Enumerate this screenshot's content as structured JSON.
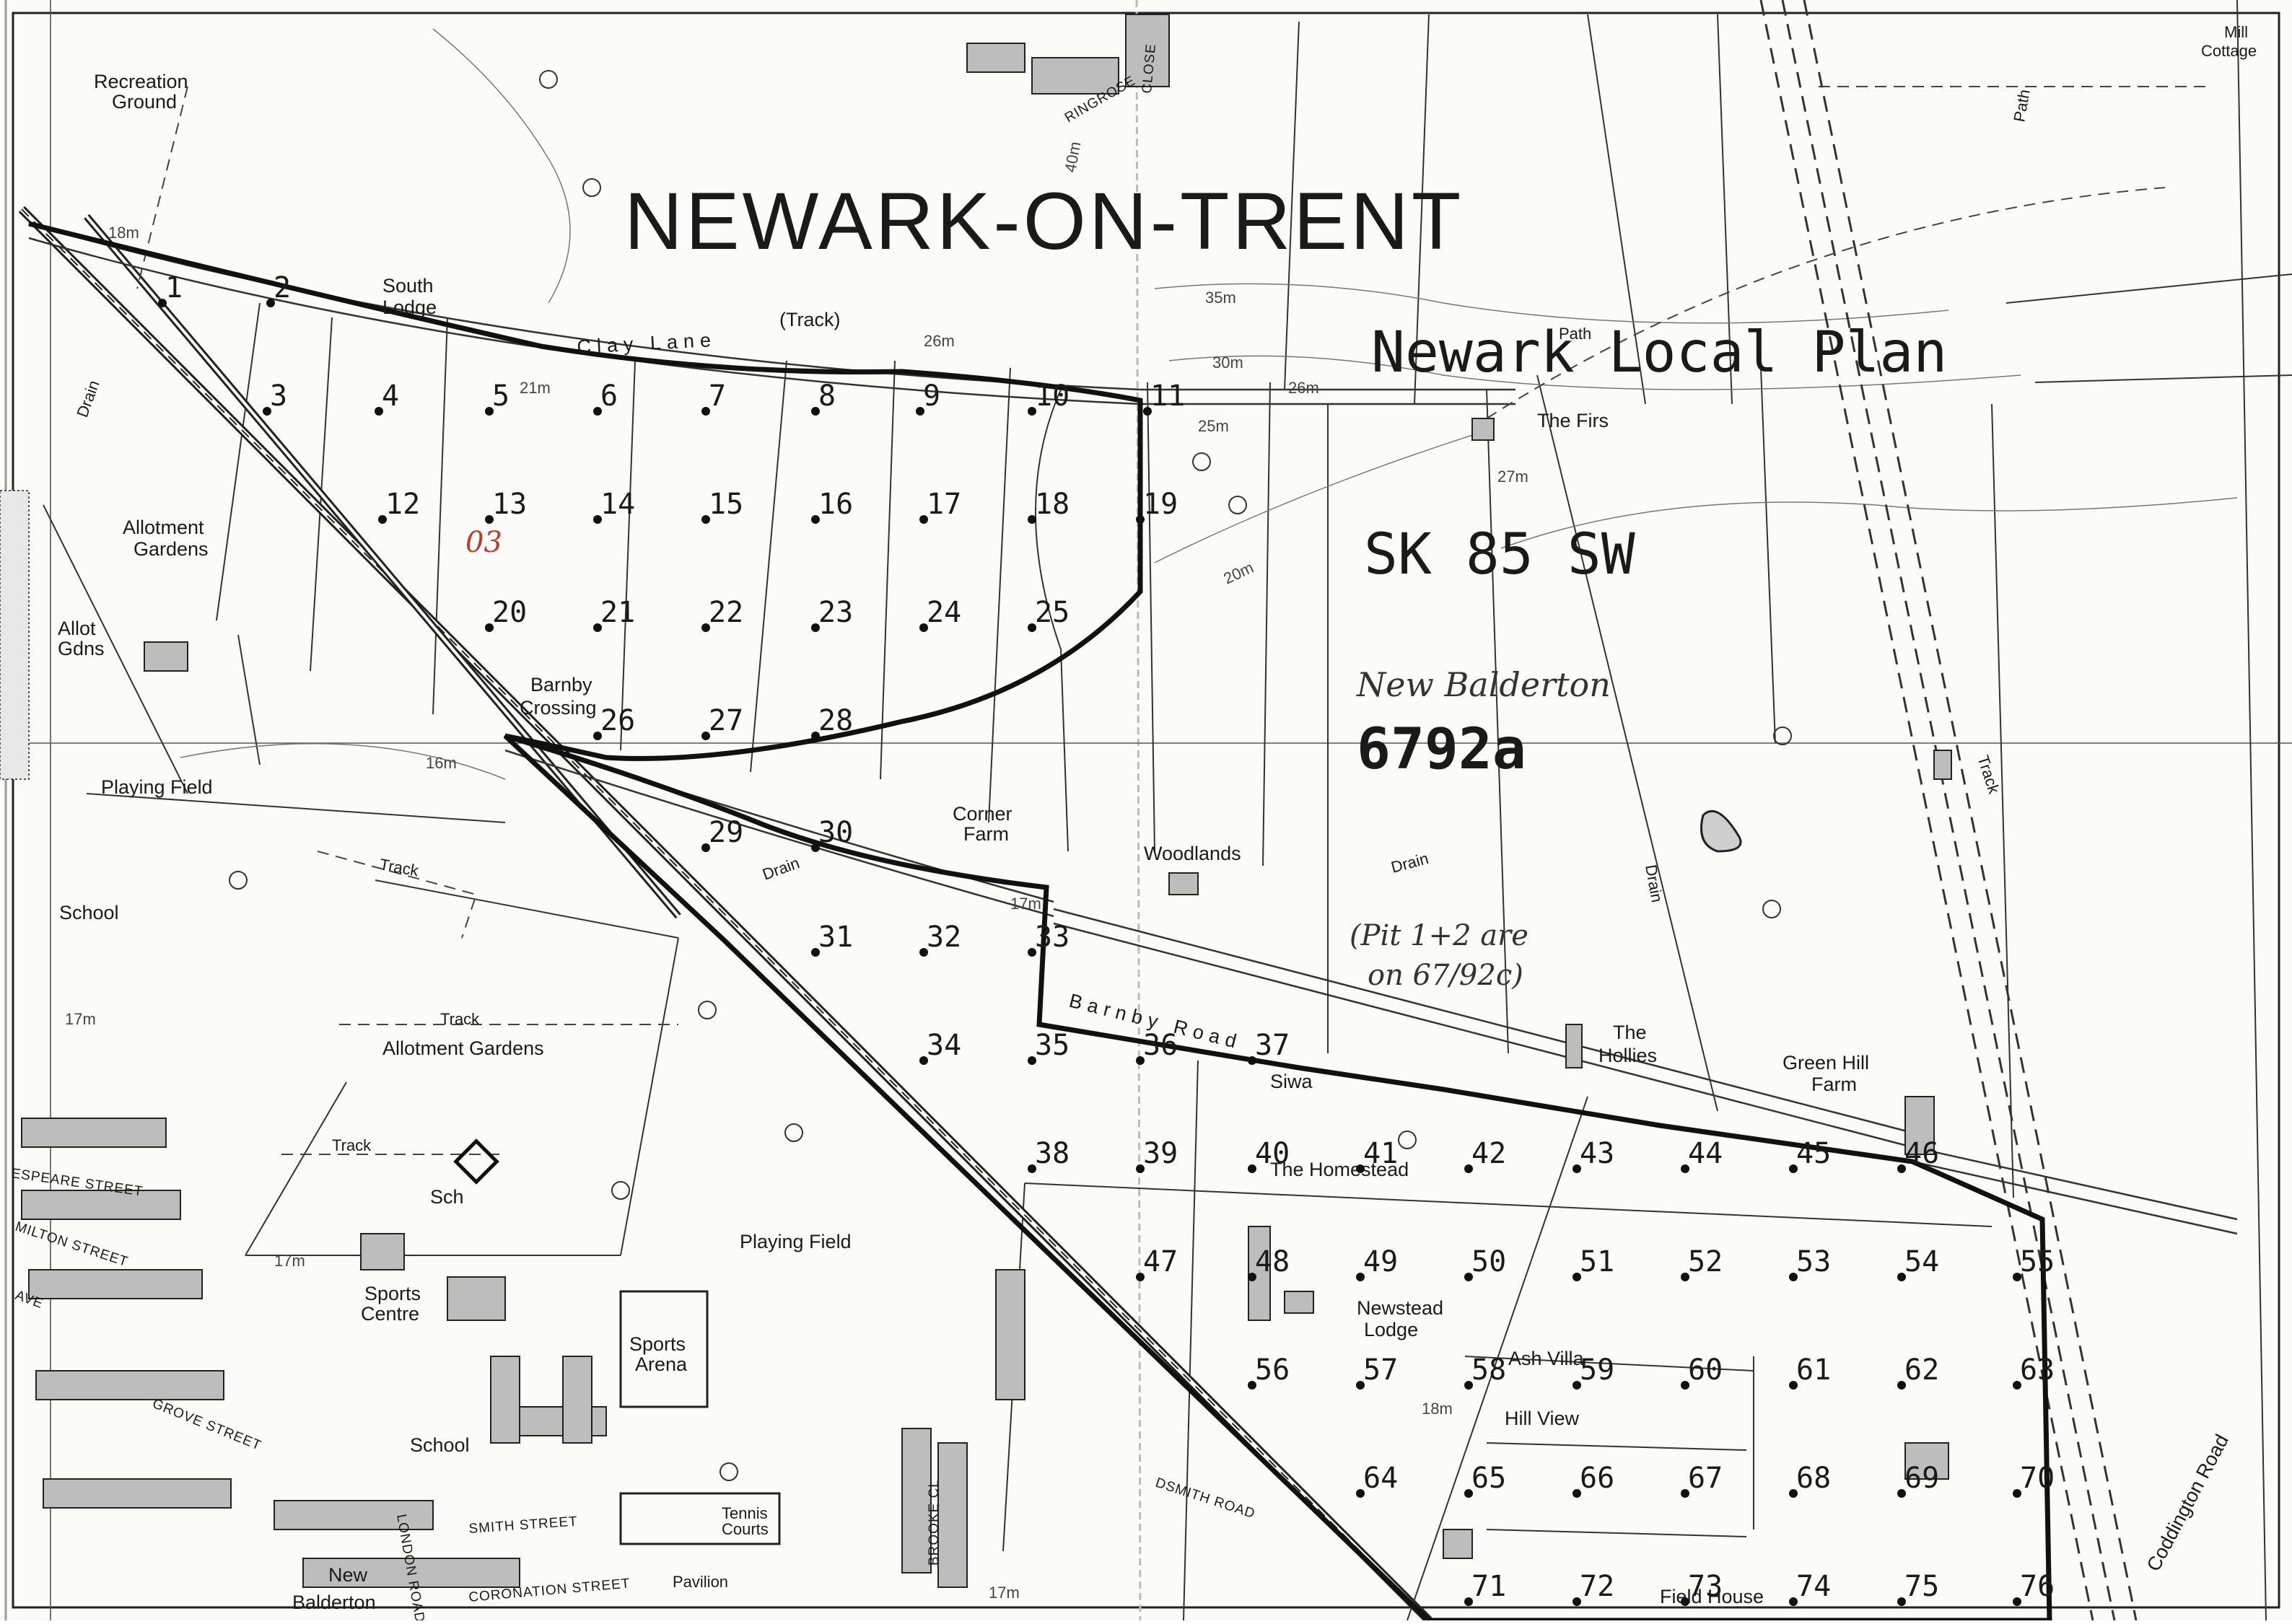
{
  "map": {
    "title": "NEWARK-ON-TRENT",
    "plan_name": "Newark Local Plan",
    "grid_ref": "SK 85 SW",
    "site_ref": "6792a",
    "handwritten": {
      "parish": "New Balderton",
      "note_line1": "(Pit 1+2 are",
      "note_line2": "on 67/92c)",
      "red_mark": "03"
    },
    "place_labels": [
      "Recreation",
      "Ground",
      "South",
      "Lodge",
      "Allotment",
      "Gardens",
      "Allot",
      "Gdns",
      "Barnby",
      "Crossing",
      "Playing Field",
      "School",
      "Corner",
      "Farm",
      "Woodlands",
      "The Firs",
      "The",
      "Hollies",
      "Green Hill",
      "Farm",
      "Allotment Gardens",
      "Sch",
      "Sports",
      "Centre",
      "Sports",
      "Arena",
      "Playing Field",
      "School",
      "Tennis",
      "Courts",
      "Pavilion",
      "New",
      "Balderton",
      "The Homestead",
      "Newstead",
      "Lodge",
      "Ash Villa",
      "Hill View",
      "Field House",
      "Mill",
      "Cottage",
      "Siwa"
    ],
    "road_labels": [
      "Clay Lane",
      "(Track)",
      "Barnby Road",
      "Track",
      "Track",
      "Track",
      "Track",
      "Drain",
      "Drain",
      "Drain",
      "Drain",
      "Path",
      "Path",
      "Coddington Road",
      "ESPEARE STREET",
      "MILTON STREET",
      "AVE",
      "GROVE STREET",
      "SMITH STREET",
      "CORONATION STREET",
      "LONDON ROAD",
      "BROOKE CL",
      "RINGROSE",
      "CLOSE",
      "DSMITH ROAD"
    ],
    "contour_labels": [
      "18m",
      "21m",
      "26m",
      "26m",
      "35m",
      "30m",
      "40m",
      "20m",
      "16m",
      "17m",
      "17m",
      "17m",
      "18m",
      "27m",
      "25m",
      "17m"
    ],
    "plots": [
      "1",
      "2",
      "3",
      "4",
      "5",
      "6",
      "7",
      "8",
      "9",
      "10",
      "11",
      "12",
      "13",
      "14",
      "15",
      "16",
      "17",
      "18",
      "19",
      "20",
      "21",
      "22",
      "23",
      "24",
      "25",
      "26",
      "27",
      "28",
      "29",
      "30",
      "31",
      "32",
      "33",
      "34",
      "35",
      "36",
      "37",
      "38",
      "39",
      "40",
      "41",
      "42",
      "43",
      "44",
      "45",
      "46",
      "47",
      "48",
      "49",
      "50",
      "51",
      "52",
      "53",
      "54",
      "55",
      "56",
      "57",
      "58",
      "59",
      "60",
      "61",
      "62",
      "63",
      "64",
      "65",
      "66",
      "67",
      "68",
      "69",
      "70",
      "71",
      "72",
      "73",
      "74",
      "75",
      "76"
    ]
  },
  "colors": {
    "paper": "#fbfbfa",
    "ink": "#1a1a1a",
    "boundary": "#111111",
    "red_pen": "#c0392b"
  }
}
